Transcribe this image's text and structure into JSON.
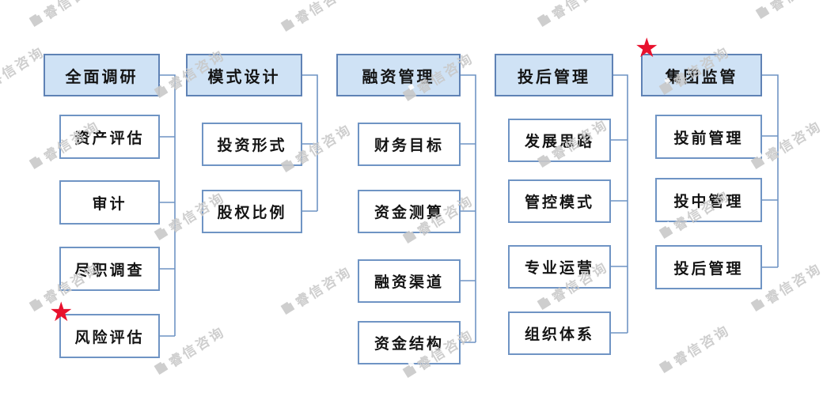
{
  "watermark": {
    "text": "睿信咨询"
  },
  "icons": {
    "star": "★"
  },
  "colors": {
    "box_border": "#6f94c4",
    "header_fill": "#cfe2f5",
    "connector_line": "#6f94c4",
    "star": "#e8112d",
    "watermark": "#c9c9c9"
  },
  "diagram": {
    "columns": [
      {
        "header": "全面调研",
        "children": [
          "资产评估",
          "审计",
          "尽职调查",
          "风险评估"
        ],
        "star_on_child": "风险评估"
      },
      {
        "header": "模式设计",
        "children": [
          "投资形式",
          "股权比例"
        ]
      },
      {
        "header": "融资管理",
        "children": [
          "财务目标",
          "资金测算",
          "融资渠道",
          "资金结构"
        ]
      },
      {
        "header": "投后管理",
        "children": [
          "发展思路",
          "管控模式",
          "专业运营",
          "组织体系"
        ]
      },
      {
        "header": "集团监管",
        "children": [
          "投前管理",
          "投中管理",
          "投后管理"
        ],
        "star_on_header": true
      }
    ]
  }
}
